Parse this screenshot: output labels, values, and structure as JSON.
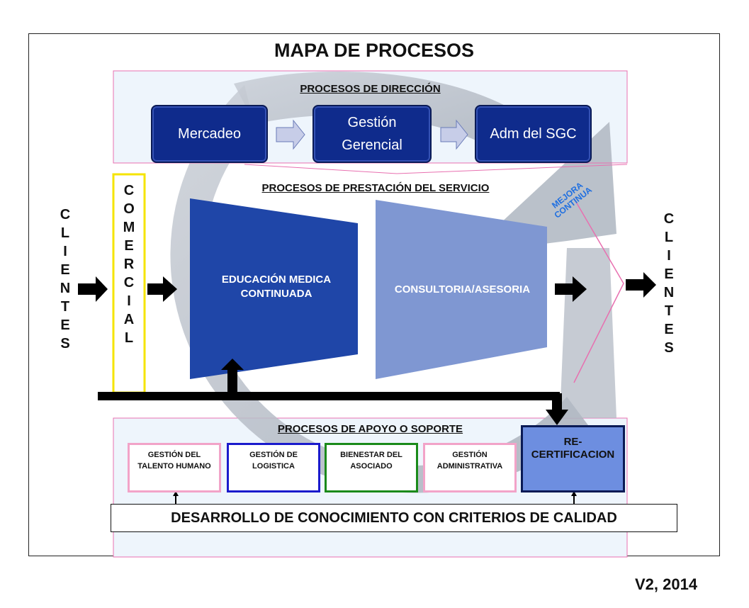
{
  "title": "MAPA DE PROCESOS",
  "direccion": {
    "title": "PROCESOS DE DIRECCIÓN",
    "boxes": [
      "Mercadeo",
      "Gestión Gerencial",
      "Adm del SGC"
    ]
  },
  "prestacion": {
    "title": "PROCESOS DE PRESTACIÓN DEL SERVICIO",
    "left_block": "EDUCACIÓN  MEDICA CONTINUADA",
    "right_block": "CONSULTORIA/ASESORIA"
  },
  "mejora": "MEJORA CONTINUA",
  "clientes_left": "C\nL\nI\nE\nN\nT\nE\nS",
  "clientes_right": "C\nL\nI\nE\nN\nT\nE\nS",
  "comercial": "C\nO\nM\nE\nR\nC\nI\nA\nL",
  "apoyo": {
    "title": "PROCESOS DE APOYO O SOPORTE",
    "boxes": [
      "GESTIÓN DEL TALENTO HUMANO",
      "GESTIÓN DE LOGISTICA",
      "BIENESTAR DEL ASOCIADO",
      "GESTIÓN ADMINISTRATIVA"
    ],
    "recert": "RE-CERTIFICACION"
  },
  "footer": "DESARROLLO DE CONOCIMIENTO CON CRITERIOS DE CALIDAD",
  "version": "V2, 2014",
  "colors": {
    "dark_blue": "#0f2b8c",
    "mid_blue": "#1f46a8",
    "light_blue": "#7f97d2",
    "recert_blue": "#6d8ee0",
    "pink": "#e870b0",
    "yellow": "#f5e400",
    "green": "#1a8a1a",
    "grey_cycle": "#b7bdc6"
  }
}
